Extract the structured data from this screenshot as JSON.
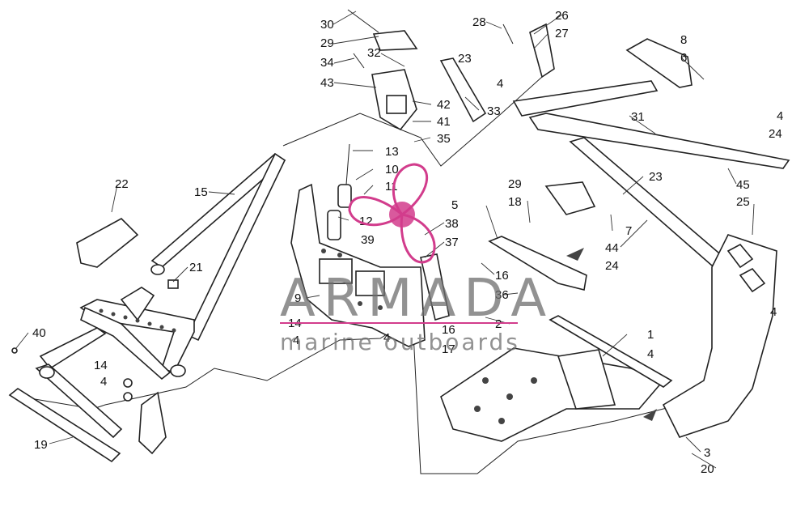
{
  "watermark": {
    "brand": "ARMADA",
    "tagline": "marine outboards",
    "color": "#d23c8c"
  },
  "callouts": [
    "1",
    "2",
    "3",
    "4",
    "5",
    "6",
    "7",
    "8",
    "9",
    "10",
    "11",
    "12",
    "13",
    "14",
    "15",
    "16",
    "17",
    "18",
    "19",
    "20",
    "21",
    "22",
    "23",
    "24",
    "25",
    "26",
    "27",
    "28",
    "29",
    "30",
    "31",
    "32",
    "33",
    "34",
    "35",
    "36",
    "37",
    "38",
    "39",
    "40",
    "41",
    "42",
    "43",
    "44",
    "45"
  ]
}
